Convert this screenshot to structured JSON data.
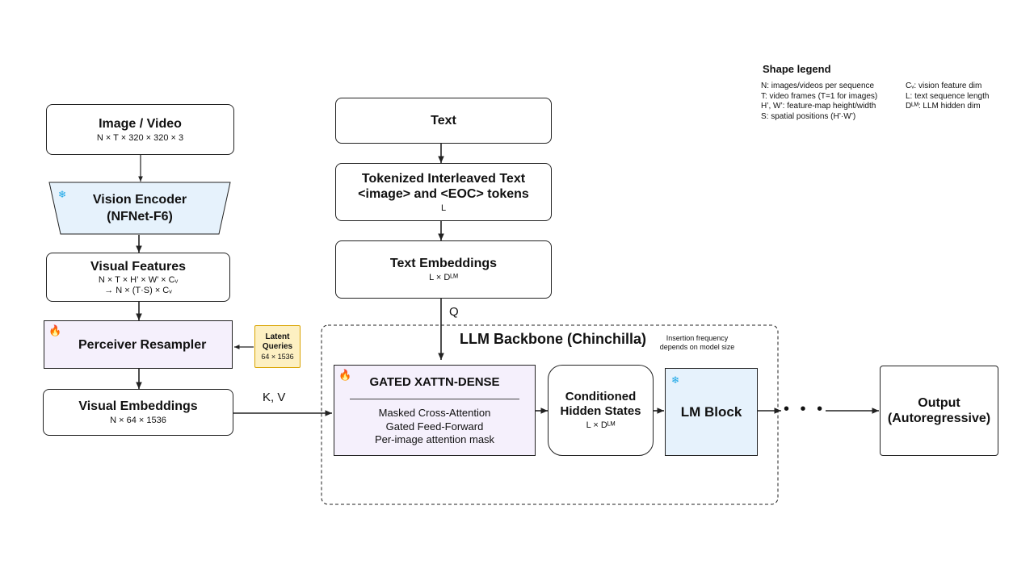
{
  "legend": {
    "title": "Shape legend",
    "left_items": [
      "N: images/videos per sequence",
      "T: video frames (T=1 for images)",
      "H’, W’: feature-map height/width",
      "S: spatial positions (H’·W’)"
    ],
    "right_items": [
      "Cᵥ: vision feature dim",
      "L: text sequence length",
      "Dᴸᴹ: LLM hidden dim"
    ]
  },
  "vision_path": {
    "image_video": {
      "title": "Image / Video",
      "shape": "N × T × 320 × 320 × 3"
    },
    "vision_encoder": {
      "title": "Vision Encoder",
      "subtitle": "(NFNet-F6)",
      "icon": "snowflake-icon"
    },
    "visual_features": {
      "title": "Visual Features",
      "shape_line1": "N × T × H’ × W’ × Cᵥ",
      "shape_line2": "→ N × (T·S) × Cᵥ"
    },
    "perceiver_resampler": {
      "title": "Perceiver Resampler",
      "icon": "flame-icon"
    },
    "latent_queries": {
      "title_line1": "Latent",
      "title_line2": "Queries",
      "shape": "64 × 1536"
    },
    "visual_embeddings": {
      "title": "Visual Embeddings",
      "shape": "N × 64 × 1536"
    }
  },
  "text_path": {
    "text": {
      "title": "Text"
    },
    "tokenized": {
      "title_line1": "Tokenized Interleaved Text",
      "title_line2": "<image> and <EOC> tokens",
      "shape": "L"
    },
    "text_embeddings": {
      "title": "Text Embeddings",
      "shape": "L × Dᴸᴹ"
    }
  },
  "edge_labels": {
    "query": "Q",
    "key_value": "K, V"
  },
  "backbone": {
    "title": "LLM Backbone (Chinchilla)",
    "note_line1": "Insertion frequency",
    "note_line2": "depends on model size",
    "gated_xattn": {
      "title": "GATED XATTN-DENSE",
      "icon": "flame-icon",
      "lines": [
        "Masked Cross-Attention",
        "Gated Feed-Forward",
        "Per-image attention mask"
      ]
    },
    "conditioned": {
      "title_line1": "Conditioned",
      "title_line2": "Hidden States",
      "shape": "L × Dᴸᴹ"
    },
    "lm_block": {
      "title": "LM Block",
      "icon": "snowflake-icon"
    }
  },
  "continuation": "• • •",
  "output": {
    "title_line1": "Output",
    "title_line2": "(Autoregressive)"
  },
  "colors": {
    "trainable_fill": "#f5f0fc",
    "frozen_fill": "#e6f2fc",
    "latent_fill": "#fdf0c2",
    "latent_border": "#d9a300",
    "snowflake": "#19a6e6"
  }
}
